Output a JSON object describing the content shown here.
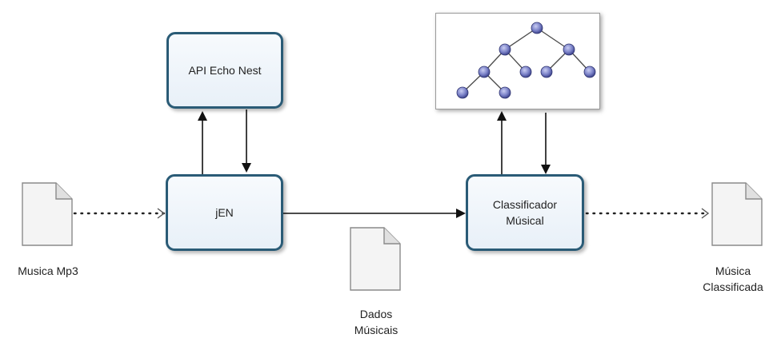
{
  "nodes": {
    "api": {
      "label": "API Echo Nest"
    },
    "jen": {
      "label": "jEN"
    },
    "classifier": {
      "label": "Classificador\nMúsical"
    }
  },
  "documents": {
    "input": {
      "label": "Musica Mp3"
    },
    "data": {
      "label": "Dados\nMúsicais"
    },
    "output": {
      "label": "Música\nClassificada"
    }
  },
  "colors": {
    "box_border": "#2a5b76",
    "box_fill_top": "#f7fafd",
    "box_fill_bottom": "#e8f0f8",
    "tree_node": "#7b82c8",
    "tree_line": "#4a4a4a",
    "arrow": "#111111"
  }
}
